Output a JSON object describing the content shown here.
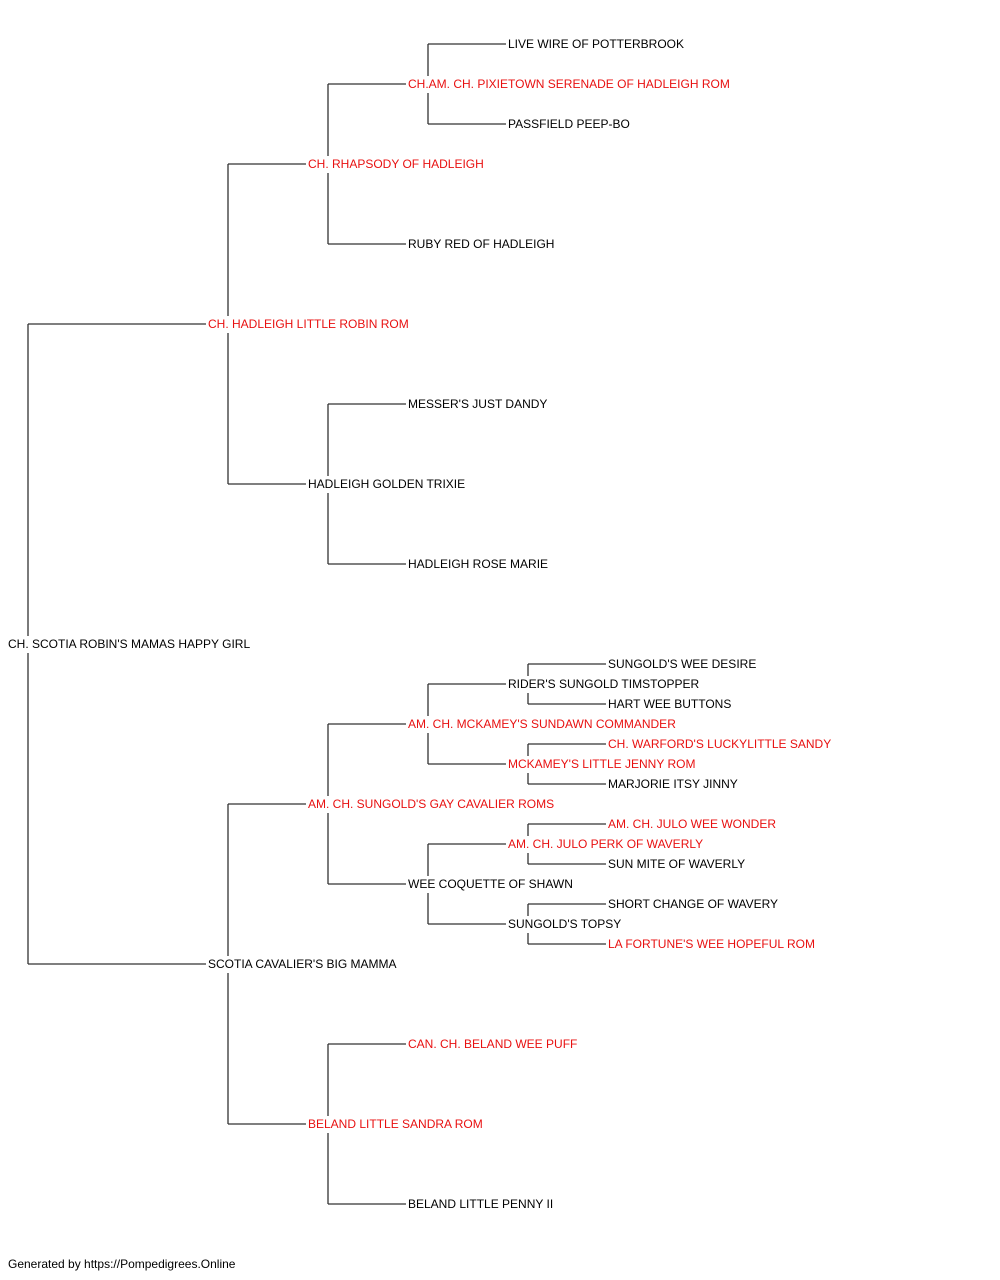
{
  "tree": {
    "name": "CH. SCOTIA ROBIN'S MAMAS HAPPY GIRL",
    "titled": false,
    "children": [
      {
        "name": "CH. HADLEIGH LITTLE ROBIN ROM",
        "titled": true,
        "children": [
          {
            "name": "CH. RHAPSODY OF HADLEIGH",
            "titled": true,
            "children": [
              {
                "name": "CH.AM. CH. PIXIETOWN SERENADE OF HADLEIGH ROM",
                "titled": true,
                "children": [
                  {
                    "name": "LIVE WIRE OF POTTERBROOK",
                    "titled": false
                  },
                  {
                    "name": "PASSFIELD PEEP-BO",
                    "titled": false
                  }
                ]
              },
              {
                "name": "RUBY RED OF HADLEIGH",
                "titled": false
              }
            ]
          },
          {
            "name": "HADLEIGH GOLDEN TRIXIE",
            "titled": false,
            "children": [
              {
                "name": "MESSER'S JUST DANDY",
                "titled": false
              },
              {
                "name": "HADLEIGH ROSE MARIE",
                "titled": false
              }
            ]
          }
        ]
      },
      {
        "name": "SCOTIA CAVALIER'S BIG MAMMA",
        "titled": false,
        "children": [
          {
            "name": "AM. CH. SUNGOLD'S GAY CAVALIER ROMS",
            "titled": true,
            "children": [
              {
                "name": "AM. CH. MCKAMEY'S SUNDAWN COMMANDER",
                "titled": true,
                "children": [
                  {
                    "name": "RIDER'S SUNGOLD TIMSTOPPER",
                    "titled": false,
                    "children": [
                      {
                        "name": "SUNGOLD'S WEE DESIRE",
                        "titled": false
                      },
                      {
                        "name": "HART WEE BUTTONS",
                        "titled": false
                      }
                    ]
                  },
                  {
                    "name": "MCKAMEY'S LITTLE JENNY ROM",
                    "titled": true,
                    "children": [
                      {
                        "name": "CH. WARFORD'S LUCKYLITTLE SANDY",
                        "titled": true
                      },
                      {
                        "name": "MARJORIE ITSY JINNY",
                        "titled": false
                      }
                    ]
                  }
                ]
              },
              {
                "name": "WEE COQUETTE OF SHAWN",
                "titled": false,
                "children": [
                  {
                    "name": "AM. CH. JULO PERK OF WAVERLY",
                    "titled": true,
                    "children": [
                      {
                        "name": "AM. CH. JULO WEE WONDER",
                        "titled": true
                      },
                      {
                        "name": "SUN MITE OF WAVERLY",
                        "titled": false
                      }
                    ]
                  },
                  {
                    "name": "SUNGOLD'S TOPSY",
                    "titled": false,
                    "children": [
                      {
                        "name": "SHORT CHANGE OF WAVERY",
                        "titled": false
                      },
                      {
                        "name": "LA FORTUNE'S WEE HOPEFUL ROM",
                        "titled": true
                      }
                    ]
                  }
                ]
              }
            ]
          },
          {
            "name": "BELAND LITTLE SANDRA ROM",
            "titled": true,
            "children": [
              {
                "name": "CAN. CH. BELAND WEE PUFF",
                "titled": true
              },
              {
                "name": "BELAND LITTLE PENNY II",
                "titled": false
              }
            ]
          }
        ]
      }
    ]
  },
  "colors": {
    "titled": "#e81010",
    "untitled": "#000000",
    "lines": "#333333"
  },
  "footer": {
    "text": "Generated by https://Pompedigrees.Online"
  }
}
